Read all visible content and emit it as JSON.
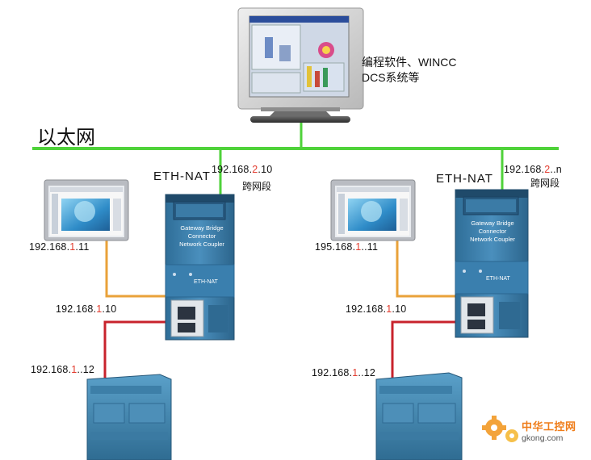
{
  "pc": {
    "label_line1": "编程软件、WINCC",
    "label_line2": "DCS系统等"
  },
  "network": {
    "label": "以太网"
  },
  "left": {
    "gateway_label": "ETH-NAT",
    "uplink_ip": {
      "prefix": "192.168.",
      "highlight": "2",
      "suffix": ".10"
    },
    "uplink_note": "跨网段",
    "hmi_ip": {
      "prefix": "192.168.",
      "highlight": "1",
      "suffix": ".11"
    },
    "gateway_ip": {
      "prefix": "192.168.",
      "highlight": "1",
      "suffix": ".10"
    },
    "plc_ip": {
      "prefix": "192.168.",
      "highlight": "1",
      "suffix": "..12"
    }
  },
  "right": {
    "gateway_label": "ETH-NAT",
    "uplink_ip": {
      "prefix": "192.168.",
      "highlight": "2",
      "suffix": "..n"
    },
    "uplink_note": "跨网段",
    "hmi_ip": {
      "prefix": "195.168.",
      "highlight": "1",
      "suffix": "..11"
    },
    "gateway_ip": {
      "prefix": "192.168.",
      "highlight": "1",
      "suffix": ".10"
    },
    "plc_ip": {
      "prefix": "192.168.",
      "highlight": "1",
      "suffix": "..12"
    }
  },
  "device": {
    "front_line1": "Gateway Bridge Connector",
    "front_line2": "Network Coupler",
    "model": "ETH-NAT"
  },
  "watermark": {
    "cn": "中华工控网",
    "en": "gkong.com"
  },
  "colors": {
    "ethernet": "#4fd23a",
    "hmi_link": "#e9a23a",
    "plc_link": "#c8232c",
    "ip_highlight": "#e23b2e",
    "device_blue": "#3b7fae"
  }
}
